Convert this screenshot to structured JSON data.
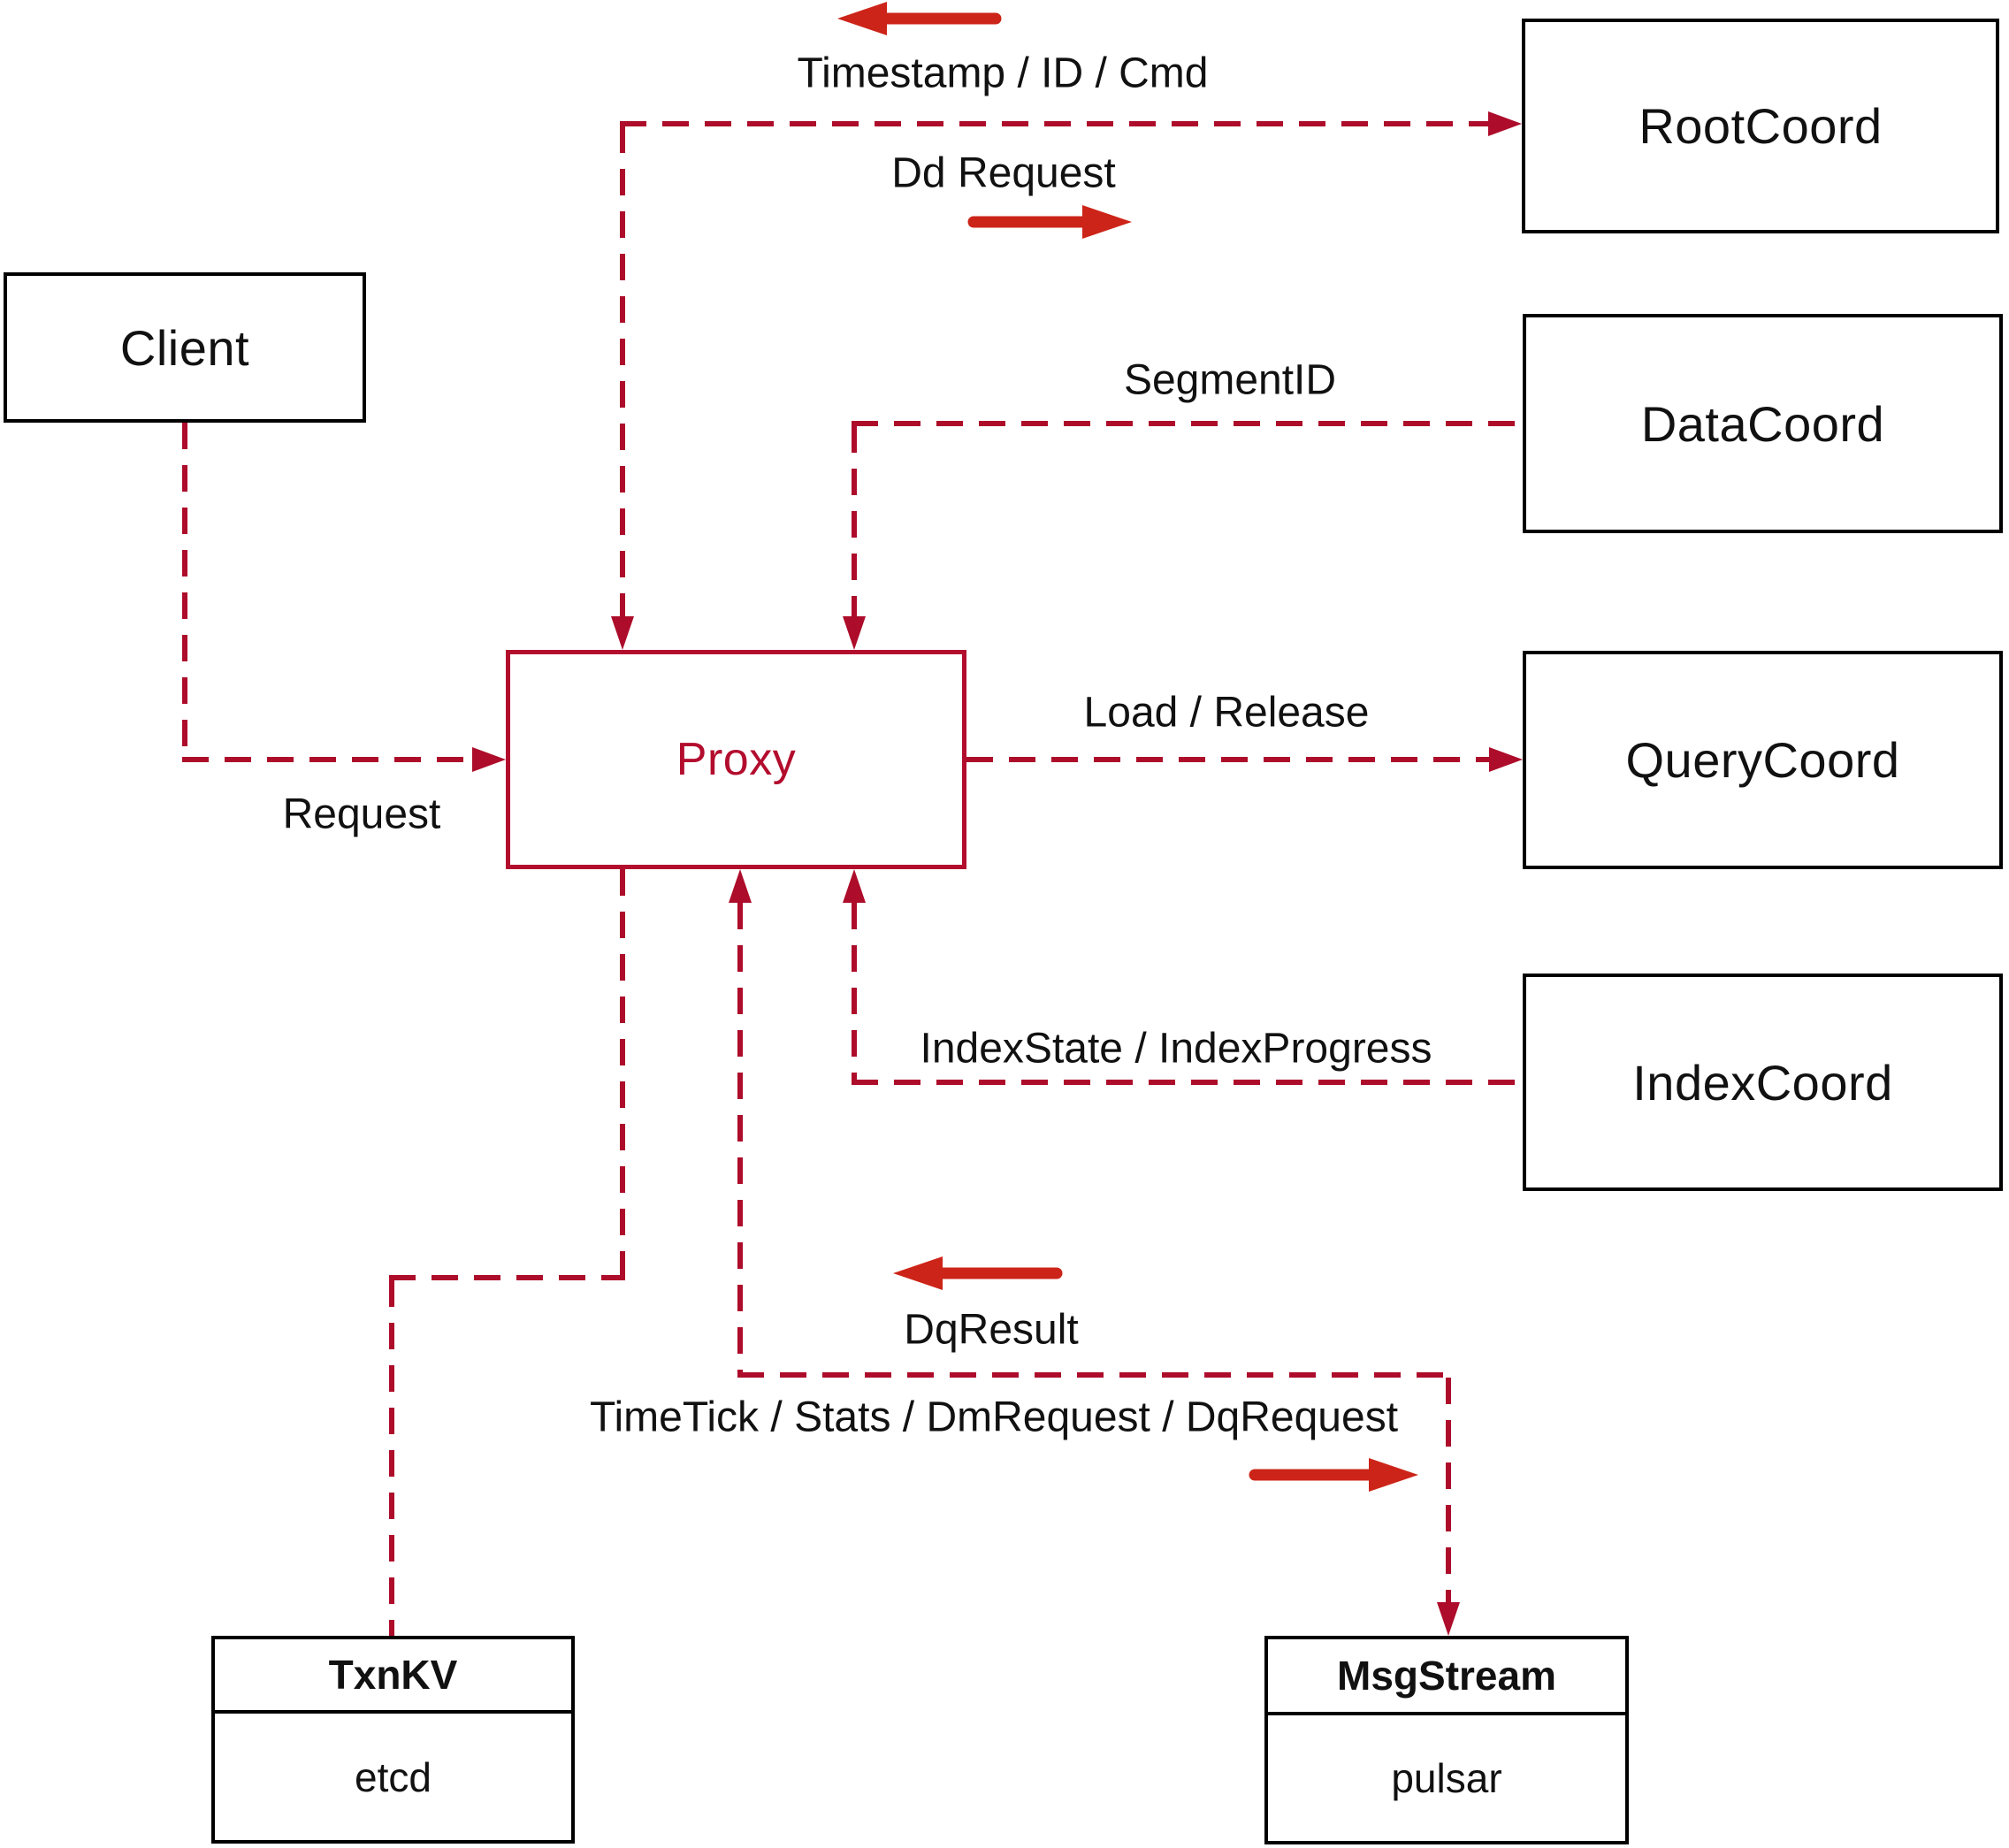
{
  "nodes": {
    "client": {
      "label": "Client"
    },
    "root_coord": {
      "label": "RootCoord"
    },
    "data_coord": {
      "label": "DataCoord"
    },
    "query_coord": {
      "label": "QueryCoord"
    },
    "index_coord": {
      "label": "IndexCoord"
    },
    "proxy": {
      "label": "Proxy"
    },
    "txn_kv": {
      "title": "TxnKV",
      "impl": "etcd"
    },
    "msg_stream": {
      "title": "MsgStream",
      "impl": "pulsar"
    }
  },
  "edges": {
    "request": {
      "label": "Request"
    },
    "timestamp": {
      "label": "Timestamp / ID / Cmd"
    },
    "dd_request": {
      "label": "Dd Request"
    },
    "segment_id": {
      "label": "SegmentID"
    },
    "load_release": {
      "label": "Load / Release"
    },
    "index_state": {
      "label": "IndexState / IndexProgress"
    },
    "dq_result": {
      "label": "DqResult"
    },
    "time_tick": {
      "label": "TimeTick / Stats / DmRequest / DqRequest"
    }
  },
  "colors": {
    "dashed_edge": "#ad0c2a",
    "proxy_accent": "#b30d2e",
    "solid_arrow": "#cc2418",
    "box_border": "#000000",
    "text": "#111111",
    "background": "#ffffff"
  }
}
